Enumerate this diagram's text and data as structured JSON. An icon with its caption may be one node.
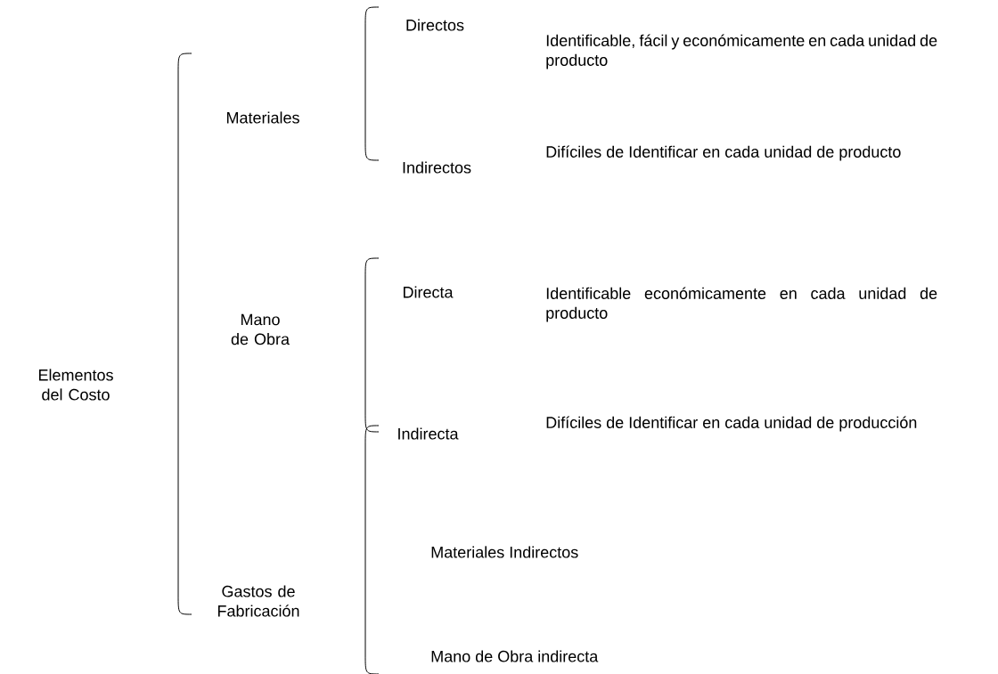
{
  "diagram": {
    "labels": [
      "Elementos del Costo",
      "Materiales",
      "Directos",
      "Identificable, fácil y económicamente en cada unidad de producto",
      "Indirectos",
      "Difíciles de Identificar en cada unidad de producto",
      "Mano de Obra",
      "Directa",
      "Identificable económicamente en cada unidad de producto",
      "Indirecta",
      "Difíciles de Identificar en cada unidad de producción",
      "Gastos de Fabricación",
      "Materiales Indirectos",
      "Mano de Obra indirecta"
    ]
  }
}
